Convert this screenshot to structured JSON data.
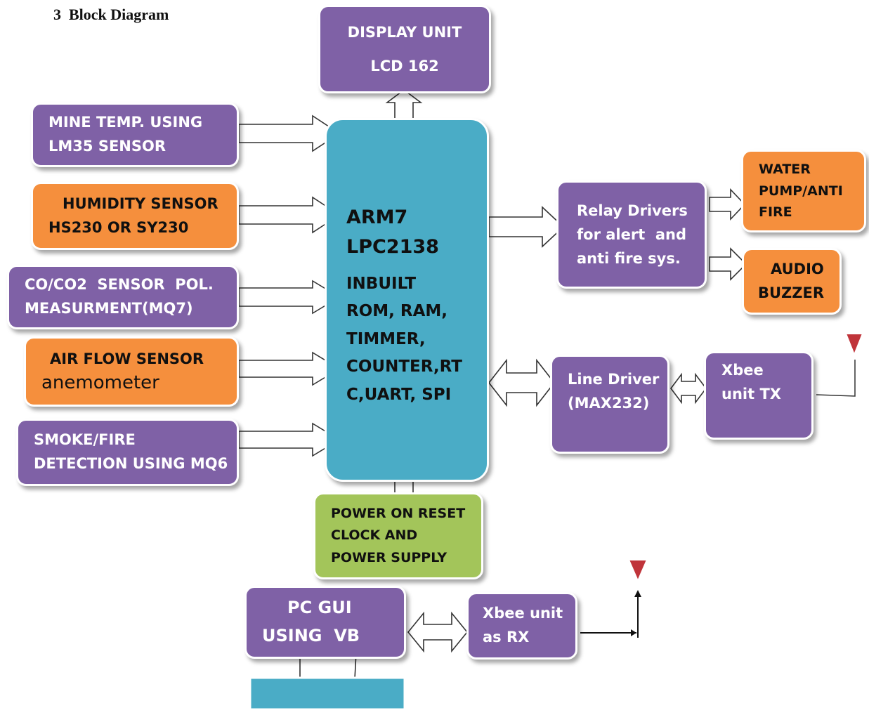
{
  "heading": "3  Block Diagram",
  "display_unit": {
    "line1": "DISPLAY UNIT",
    "line2": "LCD 162"
  },
  "mine_temp": {
    "line1": "MINE TEMP. USING",
    "line2": "LM35 SENSOR"
  },
  "humidity": {
    "line1": "HUMIDITY SENSOR",
    "line2": "HS230 OR SY230"
  },
  "co_sensor": {
    "line1": "CO/CO2  SENSOR  POL.",
    "line2": "MEASURMENT(MQ7)"
  },
  "air_flow": {
    "line1": "AIR FLOW SENSOR",
    "line2": "anemometer"
  },
  "smoke": {
    "line1": "SMOKE/FIRE",
    "line2": "DETECTION USING MQ6"
  },
  "mcu": {
    "line1": "ARM7",
    "line2": "LPC2138",
    "line3": "INBUILT",
    "line4": "ROM, RAM,",
    "line5": "TIMMER,",
    "line6": "COUNTER,RT",
    "line7": "C,UART, SPI"
  },
  "power": {
    "line1": "POWER ON RESET",
    "line2": "CLOCK AND",
    "line3": "POWER SUPPLY"
  },
  "relay": {
    "line1": "Relay Drivers",
    "line2": "for alert  and",
    "line3": "anti fire sys."
  },
  "water_pump": {
    "line1": "WATER",
    "line2": "PUMP/ANTI",
    "line3": "FIRE"
  },
  "buzzer": {
    "line1": "AUDIO",
    "line2": "BUZZER"
  },
  "line_driver": {
    "line1": "Line Driver",
    "line2": "(MAX232)"
  },
  "xbee_tx": {
    "line1": "Xbee",
    "line2": "unit TX"
  },
  "pc_gui": {
    "line1": "PC GUI",
    "line2": "USING  VB"
  },
  "xbee_rx": {
    "line1": "Xbee unit",
    "line2": "as RX"
  },
  "colors": {
    "purple": "#7f61a6",
    "orange": "#f58f3d",
    "green": "#a3c55a",
    "blue": "#4aacc6",
    "antenna_red": "#c0343a"
  }
}
